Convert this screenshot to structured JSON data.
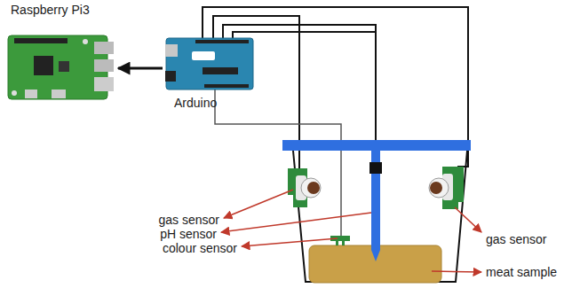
{
  "diagram": {
    "nodes": [
      {
        "text": [
          "Raspberry Pi3"
        ]
      },
      {
        "text": [
          "Arduino"
        ]
      }
    ],
    "edges": [
      {
        "from": 1,
        "to": 0,
        "arrow": "to"
      }
    ],
    "labels": [
      "gas sensor",
      "pH sensor",
      "colour sensor",
      "gas sensor",
      "meat sample"
    ]
  }
}
